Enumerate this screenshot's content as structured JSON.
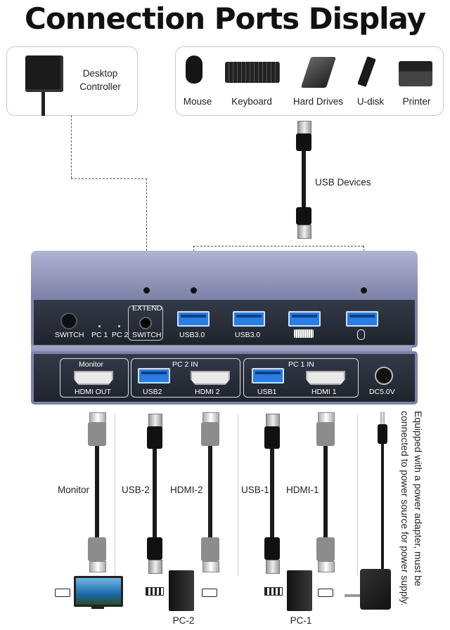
{
  "title": "Connection Ports Display",
  "controller": {
    "label_line1": "Desktop",
    "label_line2": "Controller"
  },
  "devices": [
    {
      "label": "Mouse",
      "icon": "mouse-icon"
    },
    {
      "label": "Keyboard",
      "icon": "keyboard-icon"
    },
    {
      "label": "Hard Drives",
      "icon": "hard-drive-icon"
    },
    {
      "label": "U-disk",
      "icon": "usb-disk-icon"
    },
    {
      "label": "Printer",
      "icon": "printer-icon"
    }
  ],
  "usb_devices_label": "USB Devices",
  "front_panel": {
    "switch": "SWITCH",
    "pc1": "PC 1",
    "pc2": "PC 2",
    "extend_top": "EXTEND",
    "extend_bottom": "SWITCH",
    "usb_a": "USB3.0",
    "usb_b": "USB3.0"
  },
  "rear_panel": {
    "monitor": "Monitor",
    "hdmi_out": "HDMI OUT",
    "pc2_in": "PC 2 IN",
    "usb2": "USB2",
    "hdmi2": "HDMI 2",
    "pc1_in": "PC 1 IN",
    "usb1": "USB1",
    "hdmi1": "HDMI 1",
    "dc": "DC5.0V"
  },
  "cables": {
    "monitor": "Monitor",
    "usb2": "USB-2",
    "hdmi2": "HDMI-2",
    "usb1": "USB-1",
    "hdmi1": "HDMI-1"
  },
  "bottom": {
    "pc2": "PC-2",
    "pc1": "PC-1"
  },
  "power_note": "Equipped with a power adapter,   must be connected to power source for power supply."
}
